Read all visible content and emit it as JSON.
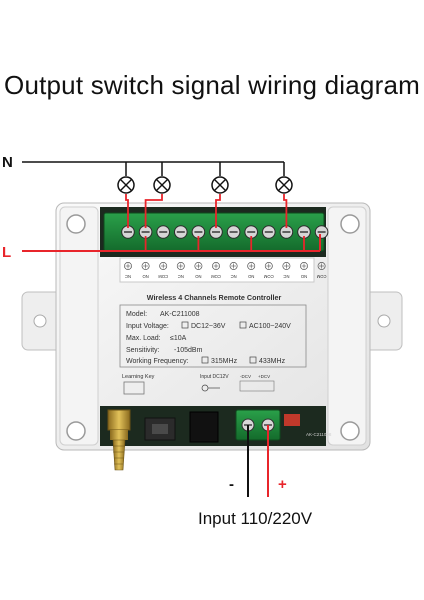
{
  "title": "Output switch signal wiring diagram",
  "wires": {
    "neutral_label": "N",
    "live_label": "L",
    "minus_label": "-",
    "plus_label": "+",
    "input_label": "Input 110/220V"
  },
  "device": {
    "name": "Wireless 4 Channels Remote Controller",
    "model_label": "Model:",
    "model_value": "AK-C211008",
    "input_voltage_label": "Input Voltage:",
    "input_voltage_option1": "DC12~36V",
    "input_voltage_option2": "AC100~240V",
    "max_load_label": "Max. Load:",
    "max_load_value": "≤10A",
    "sensitivity_label": "Sensitivity:",
    "sensitivity_value": "-105dBm",
    "frequency_label": "Working Frequency:",
    "frequency_option1": "315MHz",
    "frequency_option2": "433MHz",
    "learning_key_label": "Learning Key",
    "input_dc_label": "Input DC12V",
    "dcv_label": "-DCV",
    "dcv_plus_label": "+DCV",
    "pcb_code": "AK-C211008",
    "terminal_labels": [
      "NC",
      "NO",
      "COM",
      "NC",
      "NO",
      "COM",
      "NC",
      "NO",
      "COM",
      "NC",
      "NO",
      "COM"
    ]
  },
  "colors": {
    "wire_red": "#e8252b",
    "wire_black": "#111111",
    "case": "#f1f1f1",
    "terminal_green": "#1f8a3b"
  }
}
